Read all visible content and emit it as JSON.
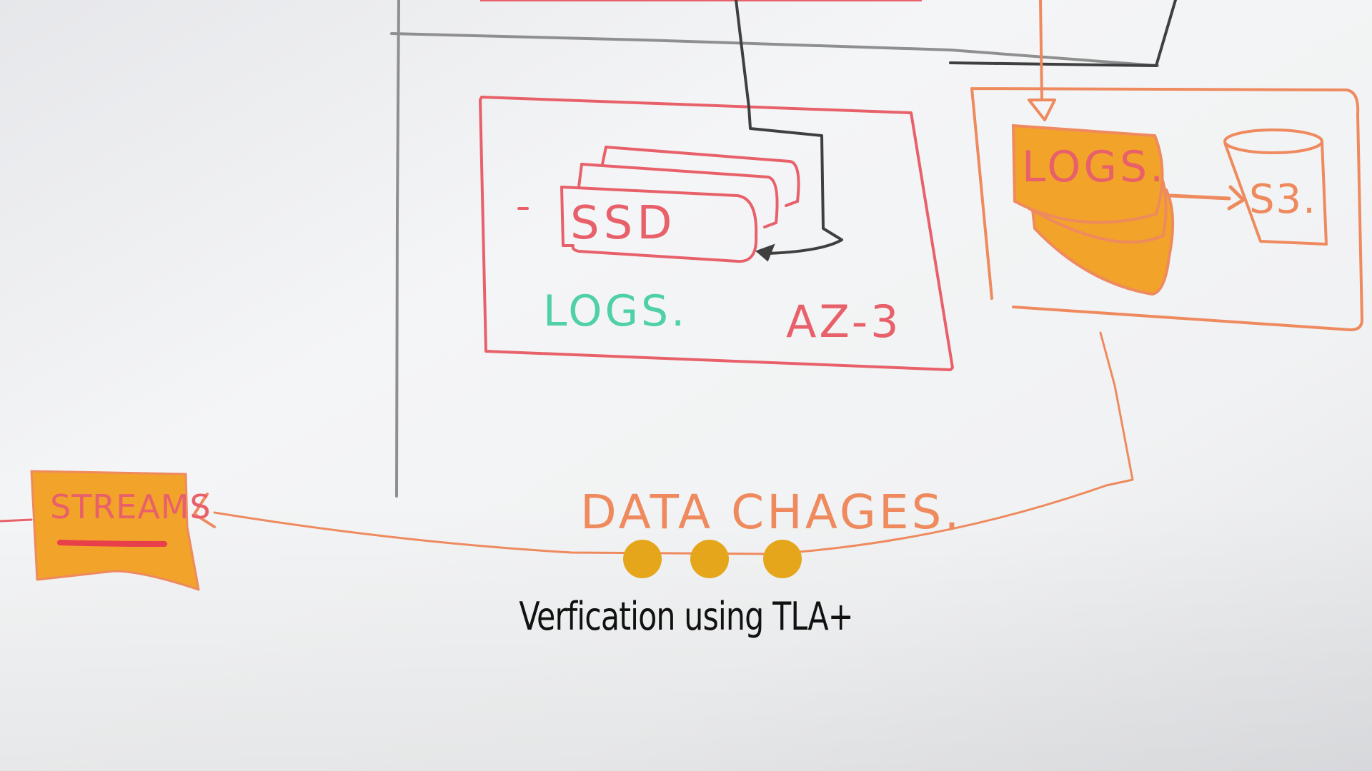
{
  "board": {
    "ssd_label": "SSD",
    "logs_green_label": "LOGS.",
    "az_label": "AZ-3",
    "logs_orange_label": "LOGS.",
    "s3_label": "S3.",
    "streams_label": "STREAMS",
    "data_changes_label": "DATA CHAGES."
  },
  "overlay": {
    "caption": "Verfication using TLA+",
    "dots": 3
  },
  "colors": {
    "whiteboard": "#ecedef",
    "red_marker": "#e8606a",
    "green_marker": "#4fd0a6",
    "orange_marker": "#ee8a5e",
    "black_marker": "#3f3f3f",
    "gray_marker": "#8f8f8f",
    "sticky_fill": "#f2a32a",
    "dot_color": "#e5a61c",
    "caption_color": "#111111"
  }
}
